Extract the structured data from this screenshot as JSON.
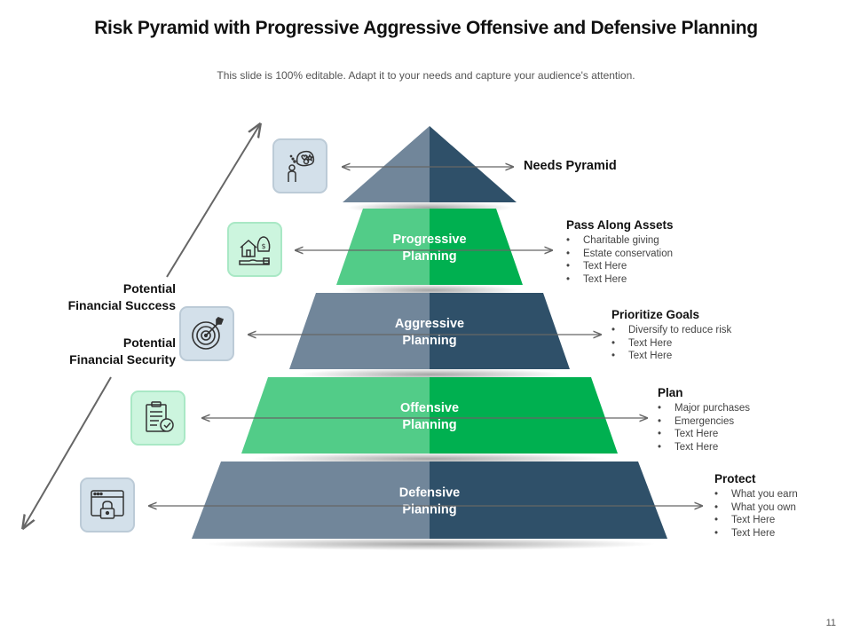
{
  "title": "Risk Pyramid with Progressive Aggressive Offensive and Defensive Planning",
  "subtitle": "This slide is 100% editable. Adapt it to your needs and capture your audience's attention.",
  "side_labels": {
    "success": [
      "Potential",
      "Financial Success"
    ],
    "security": [
      "Potential",
      "Financial Security"
    ]
  },
  "tiers": [
    {
      "label": "",
      "color_left": "#71869a",
      "color_right": "#2f5069"
    },
    {
      "label": [
        "Progressive",
        "Planning"
      ],
      "color_left": "#52cc88",
      "color_right": "#00b050"
    },
    {
      "label": [
        "Aggressive",
        "Planning"
      ],
      "color_left": "#71869a",
      "color_right": "#2f5069"
    },
    {
      "label": [
        "Offensive",
        "Planning"
      ],
      "color_left": "#52cc88",
      "color_right": "#00b050"
    },
    {
      "label": [
        "Defensive",
        "Planning"
      ],
      "color_left": "#71869a",
      "color_right": "#2f5069"
    }
  ],
  "info": [
    {
      "heading": "Needs Pyramid",
      "items": []
    },
    {
      "heading": "Pass Along Assets",
      "items": [
        "Charitable giving",
        "Estate conservation",
        "Text Here",
        "Text Here"
      ]
    },
    {
      "heading": "Prioritize Goals",
      "items": [
        "Diversify to reduce risk",
        "Text Here",
        "Text Here"
      ]
    },
    {
      "heading": "Plan",
      "items": [
        "Major purchases",
        "Emergencies",
        "Text Here",
        "Text Here"
      ]
    },
    {
      "heading": "Protect",
      "items": [
        "What you earn",
        "What you own",
        "Text Here",
        "Text Here"
      ]
    }
  ],
  "icons": [
    "people-ideas-icon",
    "house-money-icon",
    "target-icon",
    "checklist-icon",
    "secure-browser-icon"
  ],
  "page_number": "11"
}
